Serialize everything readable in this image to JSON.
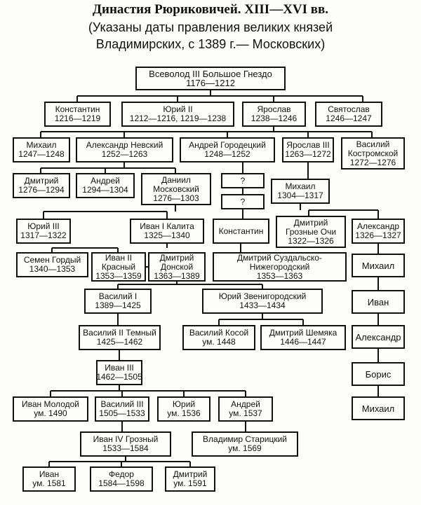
{
  "title": {
    "line1": "Династия Рюриковичей. XIII—XVI вв.",
    "line2": "(Указаны даты правления великих князей",
    "line3": "Владимирских, с 1389 г.— Московских)"
  },
  "nodes": {
    "vsevolod": {
      "name": "Всеволод III Большое Гнездо",
      "dates": "1176—1212"
    },
    "konstantin_v": {
      "name": "Константин",
      "dates": "1216—1219"
    },
    "yuri_ii": {
      "name": "Юрий II",
      "dates": "1212—1216, 1219—1238"
    },
    "yaroslav": {
      "name": "Ярослав",
      "dates": "1238—1246"
    },
    "svyatoslav": {
      "name": "Святослав",
      "dates": "1246—1247"
    },
    "mikhail1": {
      "name": "Михаил",
      "dates": "1247—1248"
    },
    "aleksandr_nevsky": {
      "name": "Александр Невский",
      "dates": "1252—1263"
    },
    "andrei_gorodetsky": {
      "name": "Андрей Городецкий",
      "dates": "1248—1252"
    },
    "yaroslav_iii": {
      "name": "Ярослав III",
      "dates": "1263—1272"
    },
    "vasily_kostromskoy": {
      "name": "Василий Костромской",
      "dates": "1272—1276"
    },
    "dmitry1": {
      "name": "Дмитрий",
      "dates": "1276—1294"
    },
    "andrei1": {
      "name": "Андрей",
      "dates": "1294—1304"
    },
    "daniil": {
      "name": "Даниил Московский",
      "dates": "1276—1303"
    },
    "unknown1": {
      "name": "?"
    },
    "unknown2": {
      "name": "?"
    },
    "mikhail2": {
      "name": "Михаил",
      "dates": "1304—1317"
    },
    "yuri_iii": {
      "name": "Юрий III",
      "dates": "1317—1322"
    },
    "ivan_kalita": {
      "name": "Иван I Калита",
      "dates": "1325—1340"
    },
    "konstantin2": {
      "name": "Константин"
    },
    "dmitry_groznye": {
      "name": "Дмитрий Грозные Очи",
      "dates": "1322—1326"
    },
    "aleksandr1": {
      "name": "Александр",
      "dates": "1326—1327"
    },
    "semen": {
      "name": "Семен Гордый",
      "dates": "1340—1353"
    },
    "ivan_ii": {
      "name": "Иван II Красный",
      "dates": "1353—1359"
    },
    "dmitry_donskoy": {
      "name": "Дмитрий Донской",
      "dates": "1363—1389"
    },
    "dmitry_suzdal": {
      "name": "Дмитрий Суздальско-Нижегородский",
      "dates": "1353—1363"
    },
    "mikhail3": {
      "name": "Михаил"
    },
    "vasily_i": {
      "name": "Василий I",
      "dates": "1389—1425"
    },
    "yuri_zven": {
      "name": "Юрий Звенигородский",
      "dates": "1433—1434"
    },
    "ivan_r": {
      "name": "Иван"
    },
    "vasily_ii": {
      "name": "Василий II Темный",
      "dates": "1425—1462"
    },
    "vasily_kosoy": {
      "name": "Василий Косой",
      "dates": "ум. 1448"
    },
    "dmitry_shemyaka": {
      "name": "Дмитрий Шемяка",
      "dates": "1446—1447"
    },
    "aleksandr2": {
      "name": "Александр"
    },
    "ivan_iii": {
      "name": "Иван III",
      "dates": "1462—1505"
    },
    "boris": {
      "name": "Борис"
    },
    "ivan_molodoy": {
      "name": "Иван Молодой",
      "dates": "ум. 1490"
    },
    "vasily_iii": {
      "name": "Василий III",
      "dates": "1505—1533"
    },
    "yuri_d": {
      "name": "Юрий",
      "dates": "ум. 1536"
    },
    "andrei_d": {
      "name": "Андрей",
      "dates": "ум. 1537"
    },
    "mikhail4": {
      "name": "Михаил"
    },
    "ivan_iv": {
      "name": "Иван IV Грозный",
      "dates": "1533—1584"
    },
    "vladimir_staritsky": {
      "name": "Владимир Старицкий",
      "dates": "ум. 1569"
    },
    "ivan_s": {
      "name": "Иван",
      "dates": "ум. 1581"
    },
    "fedor": {
      "name": "Федор",
      "dates": "1584—1598"
    },
    "dmitry_s": {
      "name": "Дмитрий",
      "dates": "ум. 1591"
    }
  }
}
